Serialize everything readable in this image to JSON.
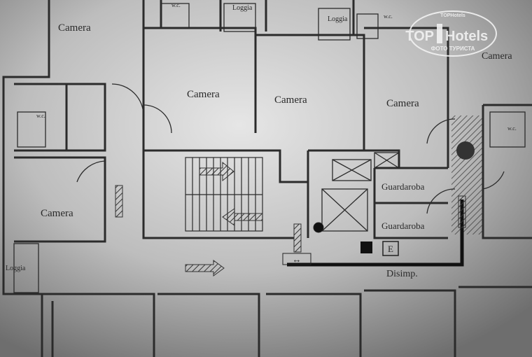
{
  "plan": {
    "rooms": [
      {
        "id": "camera-top-left",
        "label": "Camera"
      },
      {
        "id": "camera-center-1",
        "label": "Camera"
      },
      {
        "id": "camera-center-2",
        "label": "Camera"
      },
      {
        "id": "camera-center-3",
        "label": "Camera"
      },
      {
        "id": "camera-top-right",
        "label": "Camera"
      },
      {
        "id": "camera-left",
        "label": "Camera"
      }
    ],
    "loggias": [
      "Loggia",
      "Loggia",
      "Loggia"
    ],
    "wc": [
      "w.c.",
      "w.c.",
      "w.c.",
      "w.c."
    ],
    "wardrobes": [
      "Guardaroba",
      "Guardaroba"
    ],
    "corridor": "Disimp.",
    "exit_sign": "E"
  },
  "watermark": {
    "brand_left": "TOP",
    "brand_right": "Hotels",
    "subtitle": "ФОТО ТУРИСТА",
    "small": "TOPHotels"
  }
}
